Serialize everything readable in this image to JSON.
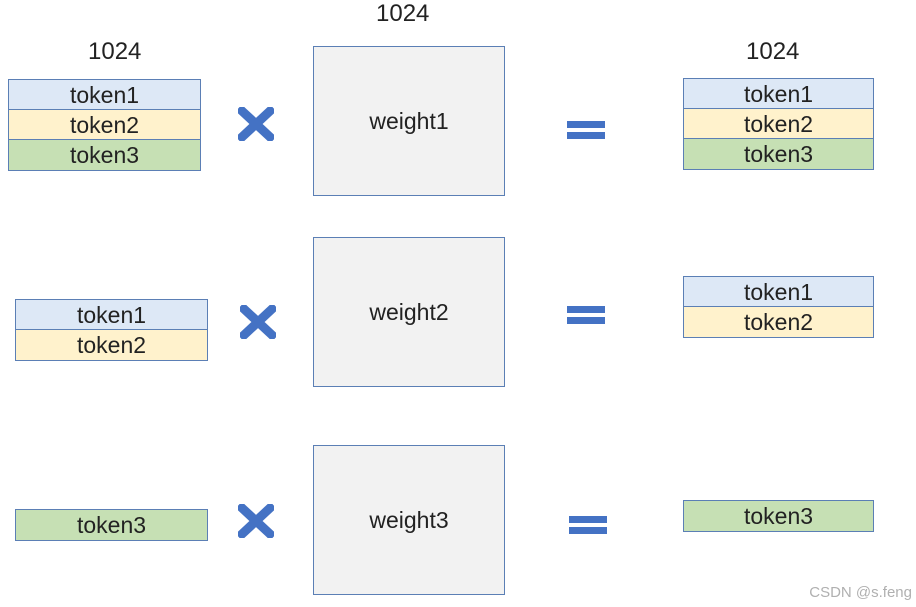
{
  "dim_label": "1024",
  "rows": [
    {
      "inputs": [
        "token1",
        "token2",
        "token3"
      ],
      "weight": "weight1",
      "outputs": [
        "token1",
        "token2",
        "token3"
      ]
    },
    {
      "inputs": [
        "token1",
        "token2"
      ],
      "weight": "weight2",
      "outputs": [
        "token1",
        "token2"
      ]
    },
    {
      "inputs": [
        "token3"
      ],
      "weight": "weight3",
      "outputs": [
        "token3"
      ]
    }
  ],
  "colors": {
    "token1": "#dde8f6",
    "token2": "#fff2cc",
    "token3": "#c6e0b4",
    "weight_fill": "#f2f2f2",
    "stroke": "#5b7fb5",
    "operator": "#4472c4"
  },
  "watermark": "CSDN @s.feng"
}
